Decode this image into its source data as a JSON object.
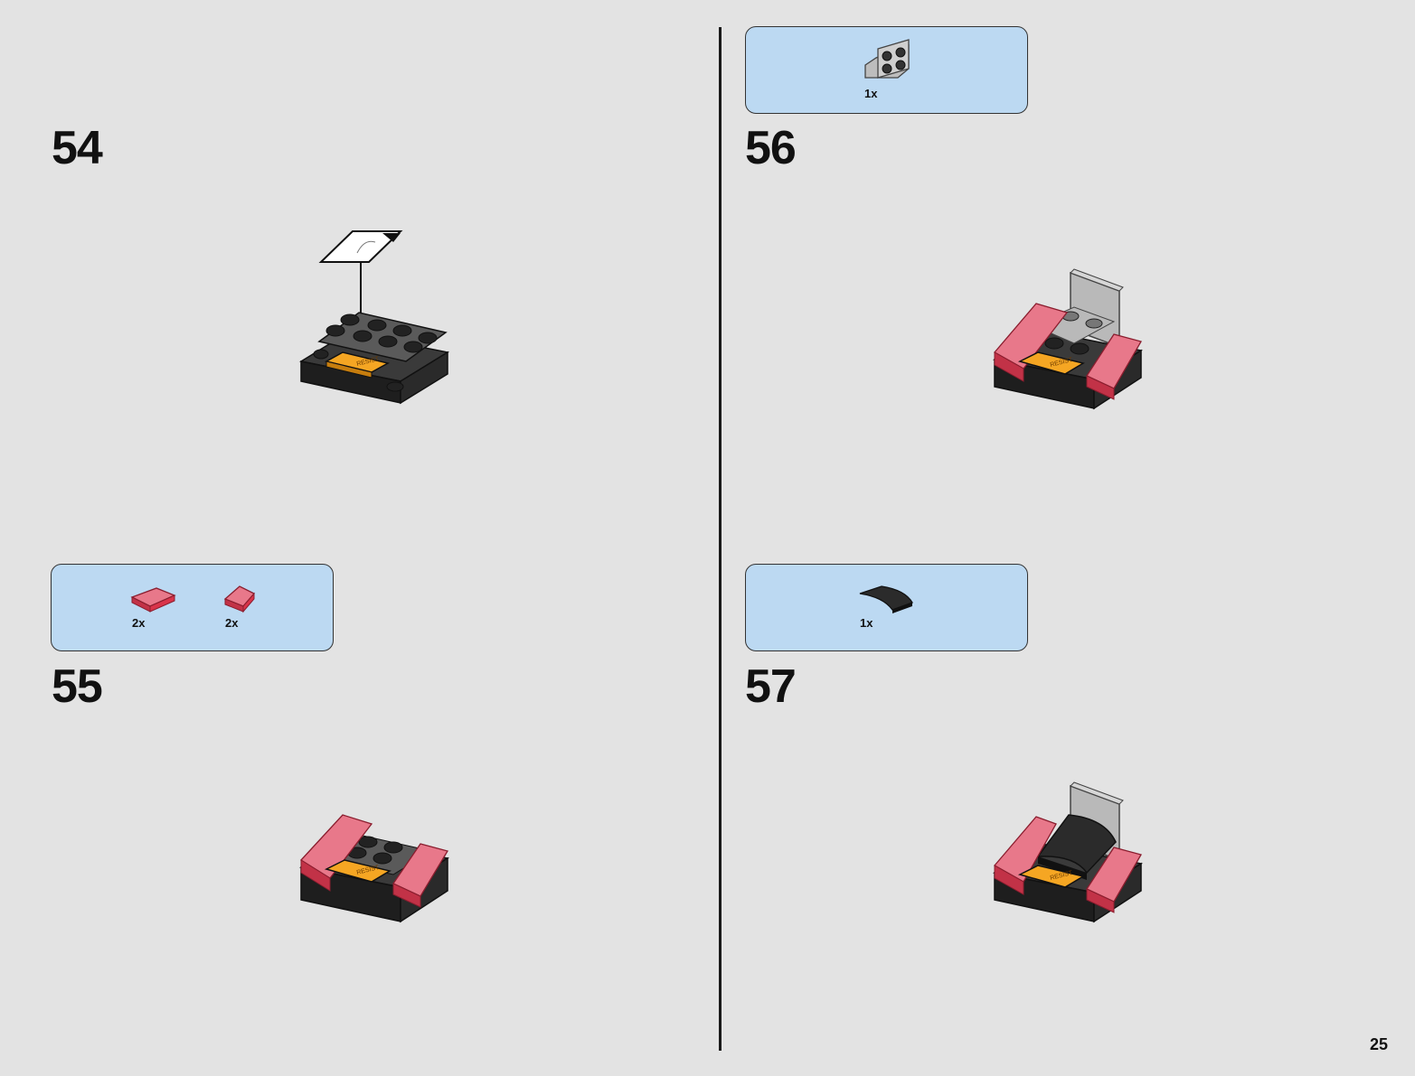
{
  "page_number": "25",
  "steps": [
    {
      "number": "54",
      "parts": []
    },
    {
      "number": "55",
      "parts": [
        {
          "qty": "2x",
          "piece": "trans-red-tile-icon"
        },
        {
          "qty": "2x",
          "piece": "trans-red-slope-icon"
        }
      ]
    },
    {
      "number": "56",
      "parts": [
        {
          "qty": "1x",
          "piece": "light-gray-bracket-icon"
        }
      ]
    },
    {
      "number": "57",
      "parts": [
        {
          "qty": "1x",
          "piece": "black-curved-slope-icon"
        }
      ]
    }
  ],
  "colors": {
    "background": "#e3e3e3",
    "parts_box": "#bcd9f2",
    "trans_red": "#d9344a",
    "dark_gray": "#555555",
    "orange": "#f5a623"
  }
}
